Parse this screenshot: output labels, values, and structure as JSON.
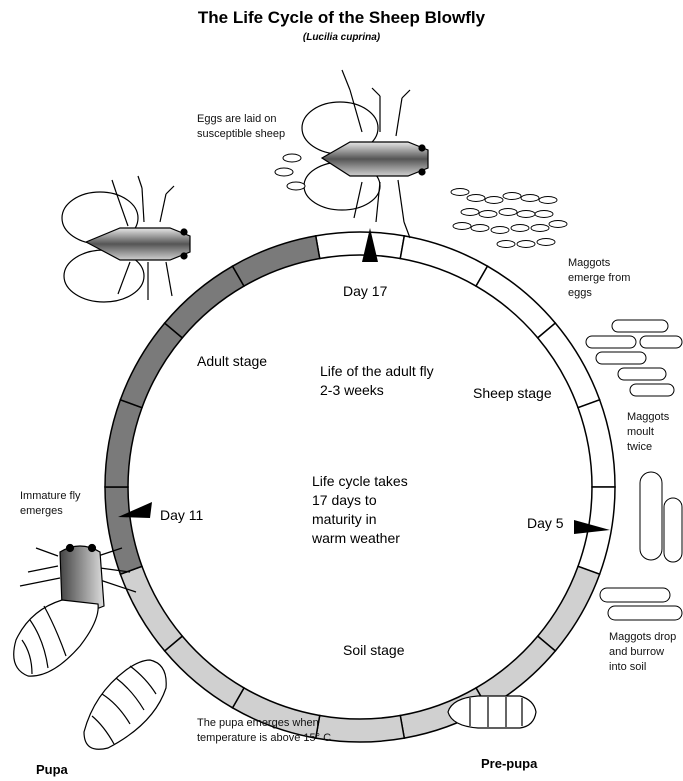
{
  "title": "The Life Cycle of the Sheep Blowfly",
  "subtitle": "(Lucilia cuprina)",
  "cycle": {
    "day17": "Day 17",
    "day11": "Day 11",
    "day5": "Day 5",
    "adult_stage": "Adult stage",
    "sheep_stage": "Sheep stage",
    "soil_stage": "Soil stage",
    "adult_life": "Life of the adult fly 2-3 weeks",
    "cycle_length": "Life cycle takes 17 days to maturity in warm weather"
  },
  "notes": {
    "eggs_laid": "Eggs are laid on susceptible sheep",
    "maggots_emerge": "Maggots emerge from eggs",
    "maggots_moult": "Maggots moult twice",
    "maggots_drop": "Maggots drop and burrow into soil",
    "immature_fly": "Immature fly emerges",
    "pupa_emerges": "The pupa emerges when temperature is above 15° C"
  },
  "labels": {
    "pupa": "Pupa",
    "pre_pupa": "Pre-pupa"
  },
  "colors": {
    "adult_segment": "#7a7a7a",
    "soil_segment": "#d0d0d0",
    "sheep_segment": "#ffffff",
    "outline": "#000000"
  }
}
